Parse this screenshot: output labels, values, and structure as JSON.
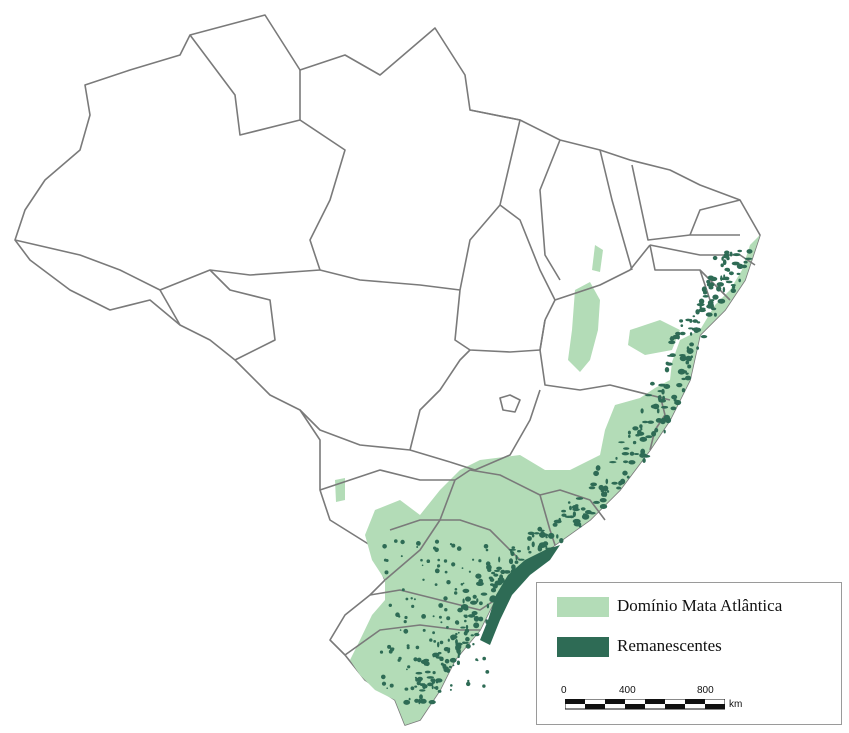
{
  "legend": {
    "items": [
      {
        "label": "Domínio Mata Atlântica",
        "color": "#b3dcb7"
      },
      {
        "label": "Remanescentes",
        "color": "#2e6b55"
      }
    ],
    "scale": {
      "ticks": [
        "0",
        "400",
        "800"
      ],
      "unit": "km"
    }
  },
  "colors": {
    "state_fill": "#ffffff",
    "state_border": "#7a7a7a",
    "domain": "#b3dcb7",
    "remnants": "#2e6b55"
  }
}
